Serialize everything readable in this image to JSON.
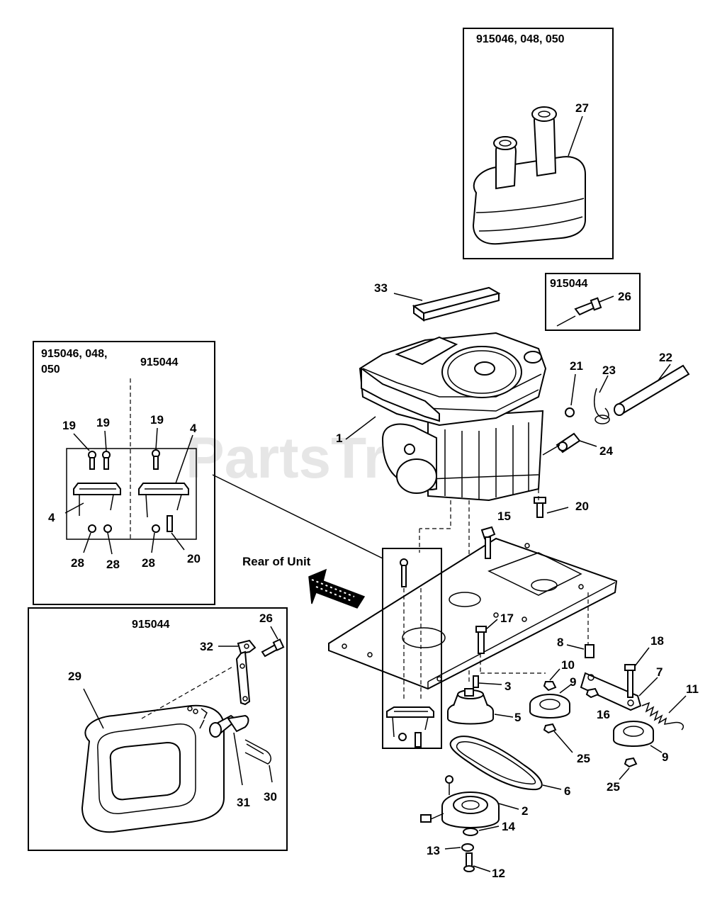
{
  "watermark": "PartsTree",
  "watermark_mark": "TM",
  "rear_label": "Rear of Unit",
  "boxes": {
    "muffler_top": "915046, 048, 050",
    "small_26": "915044",
    "bracket_left_line1": "915046, 048,",
    "bracket_left_line2": "050",
    "bracket_right": "915044",
    "muffler_bottom": "915044"
  },
  "callouts": {
    "c1": "1",
    "c2": "2",
    "c3": "3",
    "c4a": "4",
    "c4b": "4",
    "c5": "5",
    "c6": "6",
    "c7": "7",
    "c8": "8",
    "c9a": "9",
    "c9b": "9",
    "c10": "10",
    "c11": "11",
    "c12": "12",
    "c13": "13",
    "c14": "14",
    "c15": "15",
    "c16": "16",
    "c17": "17",
    "c18": "18",
    "c19a": "19",
    "c19b": "19",
    "c19c": "19",
    "c20a": "20",
    "c20b": "20",
    "c21": "21",
    "c22": "22",
    "c23": "23",
    "c24": "24",
    "c25a": "25",
    "c25b": "25",
    "c26a": "26",
    "c26b": "26",
    "c27": "27",
    "c28a": "28",
    "c28b": "28",
    "c28c": "28",
    "c29": "29",
    "c30": "30",
    "c31": "31",
    "c32": "32",
    "c33": "33"
  }
}
